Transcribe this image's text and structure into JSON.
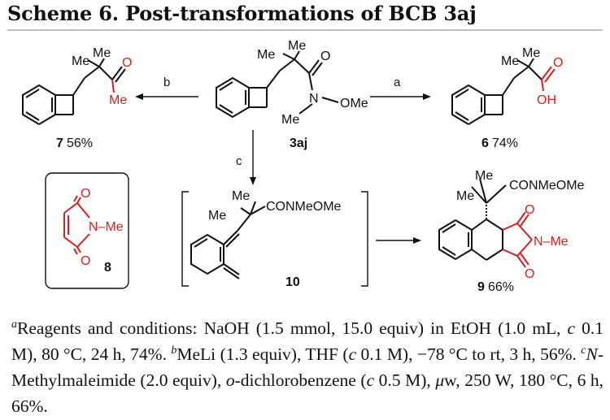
{
  "scheme_title": "Scheme 6. Post-transformations of BCB 3aj",
  "colors": {
    "ink": "#111111",
    "highlight": "#d81e1e",
    "rule": "#9a9a9a"
  },
  "compounds": {
    "c7": {
      "number": "7",
      "yield": "56%",
      "me_a": "Me",
      "me_b": "Me",
      "oxygen": "O",
      "methyl": "Me"
    },
    "c3aj": {
      "number": "3aj",
      "me_a": "Me",
      "me_b": "Me",
      "oxygen": "O",
      "nitrogen": "N",
      "ome": "OMe",
      "n_me": "Me"
    },
    "c6": {
      "number": "6",
      "yield": "74%",
      "me_a": "Me",
      "me_b": "Me",
      "oxygen": "O",
      "hydroxyl": "OH"
    },
    "c8": {
      "number": "8",
      "o_top": "O",
      "o_bottom": "O",
      "n_me": "N–Me"
    },
    "c10": {
      "number": "10",
      "me_a": "Me",
      "me_b": "Me",
      "amide": "CONMeOMe"
    },
    "c9": {
      "number": "9",
      "yield": "66%",
      "me_a": "Me",
      "me_b": "Me",
      "amide": "CONMeOMe",
      "o_top": "O",
      "o_bottom": "O",
      "n_me": "N–Me"
    }
  },
  "arrows": {
    "a": "a",
    "b": "b",
    "c": "c"
  },
  "footnote": {
    "a_marker": "a",
    "a_text_1": "Reagents and conditions: NaOH (1.5 mmol, 15.0 equiv) in EtOH (1.0 mL, ",
    "a_c": "c",
    "a_text_2": " 0.1 M), 80 °C, 24 h, 74%. ",
    "b_marker": "b",
    "b_text_1": "MeLi (1.3 equiv), THF (",
    "b_c": "c",
    "b_text_2": " 0.1 M), −78 °C to rt, 3 h, 56%. ",
    "c_marker": "c",
    "c_text_1": "N",
    "c_text_2": "-Methylmaleimide (2.0 equiv), ",
    "c_o": "o",
    "c_text_3": "-dichlorobenzene (",
    "c_c": "c",
    "c_text_4": " 0.5 M), ",
    "c_mu": "μ",
    "c_text_5": "w, 250 W, 180 °C, 6 h, 66%."
  }
}
